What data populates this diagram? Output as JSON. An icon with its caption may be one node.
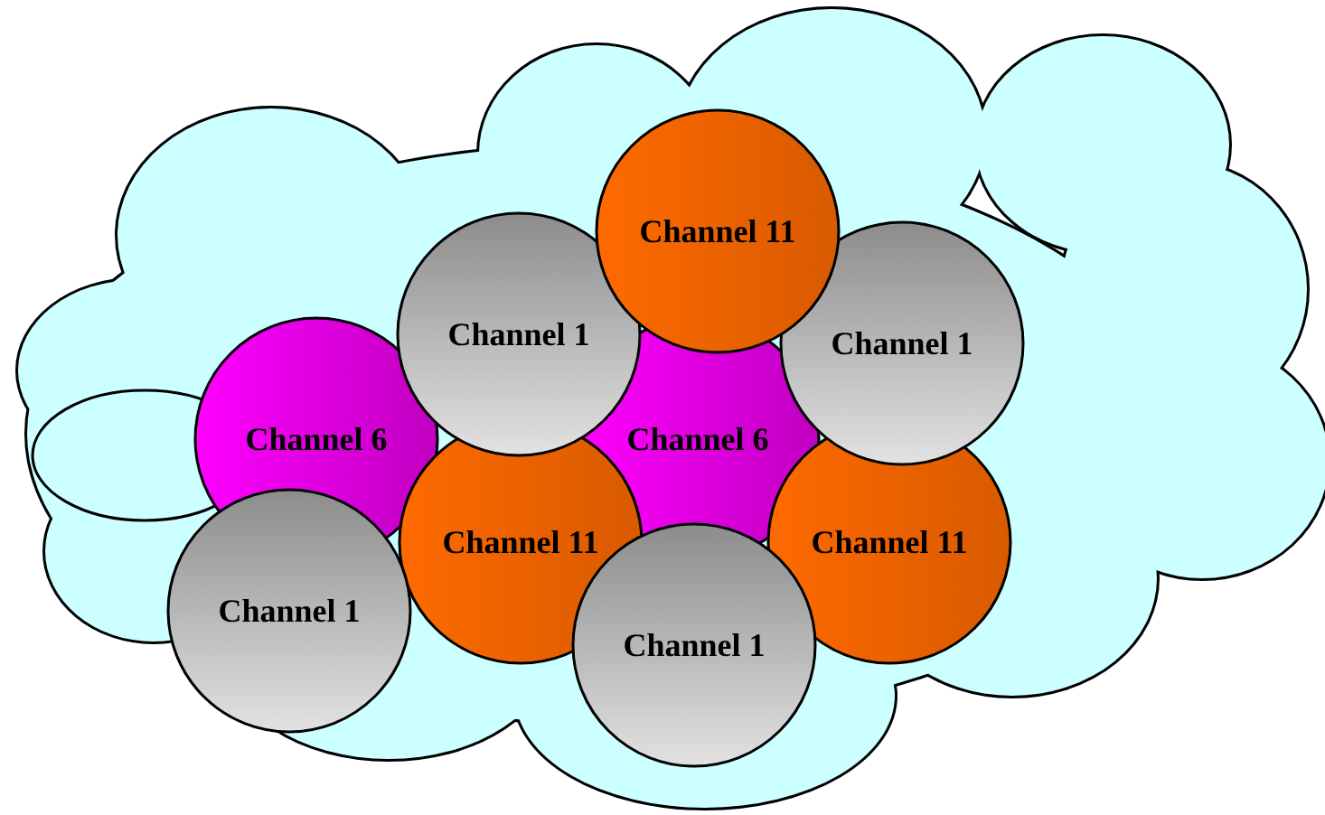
{
  "diagram": {
    "nodes": [
      {
        "text": [],
        "shape": "cloud"
      },
      {
        "text": [
          "Channel 11"
        ],
        "in": 0
      },
      {
        "text": [
          "Channel 1"
        ],
        "in": 0
      },
      {
        "text": [
          "Channel 1"
        ],
        "in": 0
      },
      {
        "text": [
          "Channel 6"
        ],
        "in": 0
      },
      {
        "text": [
          "Channel 6"
        ],
        "in": 0
      },
      {
        "text": [
          "Channel 11"
        ],
        "in": 0
      },
      {
        "text": [
          "Channel 11"
        ],
        "in": 0
      },
      {
        "text": [
          "Channel 1"
        ],
        "in": 0
      },
      {
        "text": [
          "Channel 1"
        ],
        "in": 0
      }
    ]
  }
}
